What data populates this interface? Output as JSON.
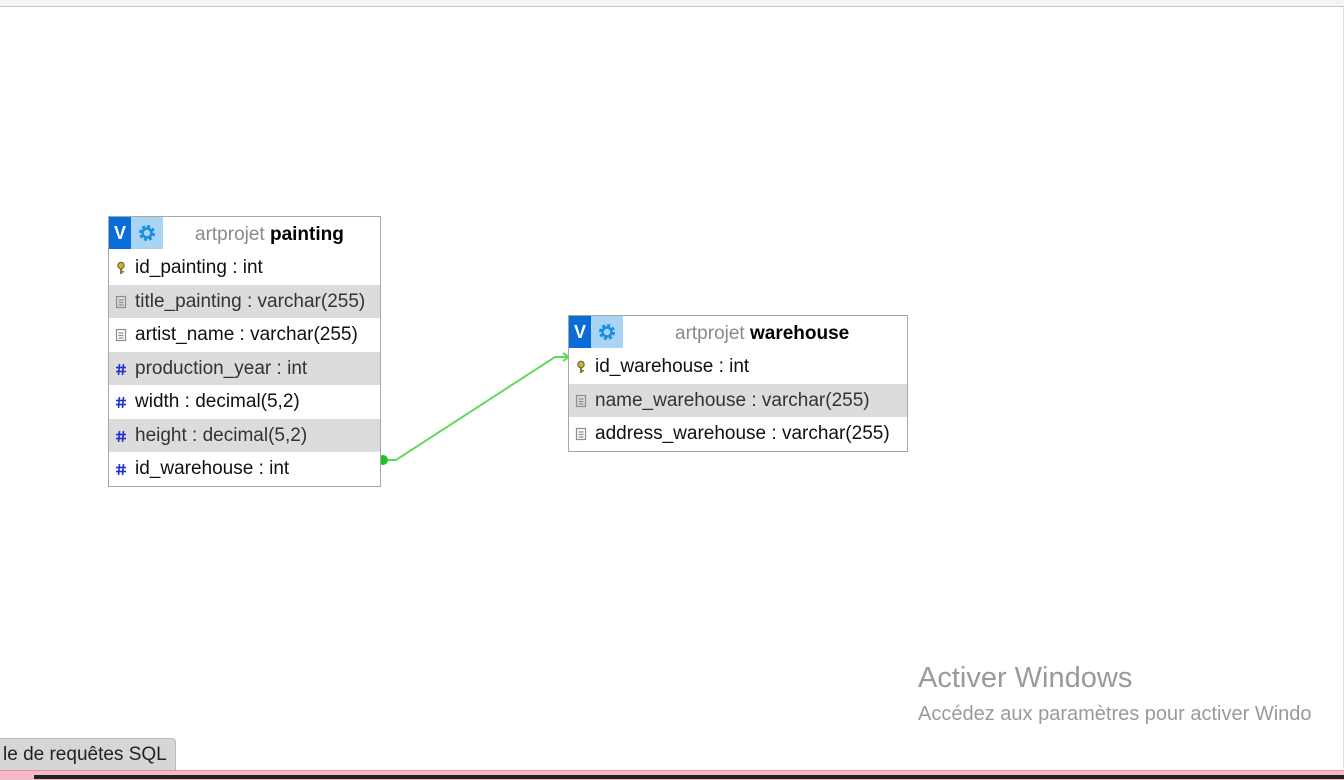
{
  "tables": [
    {
      "db": "artprojet",
      "name": "painting",
      "toggle_label": "V",
      "columns": [
        {
          "label": "id_painting : int",
          "icon": "key-icon"
        },
        {
          "label": "title_painting : varchar(255)",
          "icon": "text-field-icon"
        },
        {
          "label": "artist_name : varchar(255)",
          "icon": "text-field-icon"
        },
        {
          "label": "production_year : int",
          "icon": "hash-icon"
        },
        {
          "label": "width : decimal(5,2)",
          "icon": "hash-icon"
        },
        {
          "label": "height : decimal(5,2)",
          "icon": "hash-icon"
        },
        {
          "label": "id_warehouse : int",
          "icon": "hash-icon"
        }
      ]
    },
    {
      "db": "artprojet",
      "name": "warehouse",
      "toggle_label": "V",
      "columns": [
        {
          "label": "id_warehouse : int",
          "icon": "key-icon"
        },
        {
          "label": "name_warehouse : varchar(255)",
          "icon": "text-field-icon"
        },
        {
          "label": "address_warehouse : varchar(255)",
          "icon": "text-field-icon"
        }
      ]
    }
  ],
  "relation": {
    "from": "painting.id_warehouse",
    "to": "warehouse.id_warehouse",
    "color": "#5fdc5f"
  },
  "watermark": {
    "title": "Activer Windows",
    "subtitle": "Accédez aux paramètres pour activer Windo"
  },
  "sql_tab": {
    "label": "le de requêtes SQL"
  },
  "colors": {
    "toggle_bg": "#0a6cd6",
    "gear_bg": "#a9d4f3",
    "alt_row": "#dcdcdc",
    "bottom_strip": "#f5b9c7"
  }
}
